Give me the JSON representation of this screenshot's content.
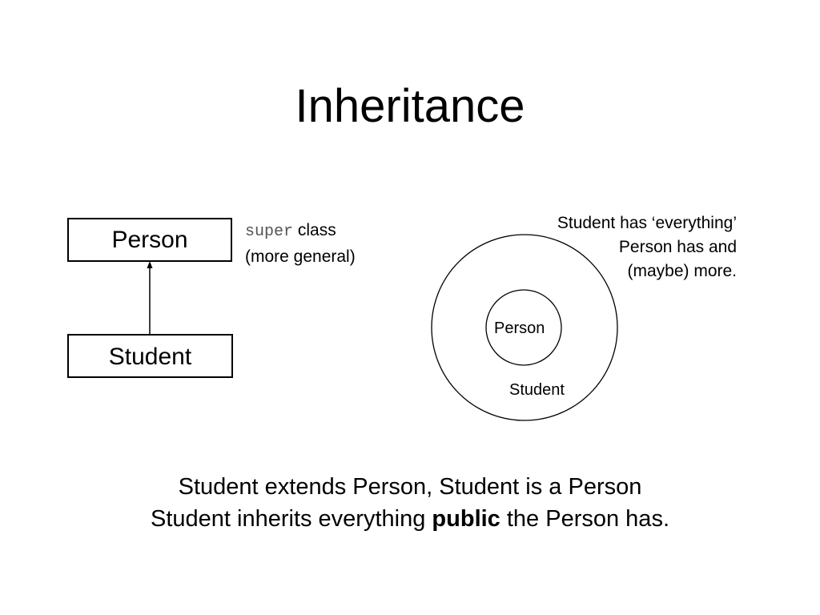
{
  "slide": {
    "title": "Inheritance"
  },
  "uml": {
    "superclass_name": "Person",
    "subclass_name": "Student",
    "super_keyword": "super",
    "super_note_rest": " class",
    "super_note_line2": "(more general)"
  },
  "venn": {
    "inner_label": "Person",
    "outer_label": "Student",
    "note_lines": [
      "Student has ‘everything’",
      "Person has and",
      "(maybe) more."
    ]
  },
  "caption": {
    "line1": "Student extends Person, Student is a Person",
    "line2_before": "Student inherits everything ",
    "line2_bold": "public",
    "line2_after": " the Person has."
  }
}
